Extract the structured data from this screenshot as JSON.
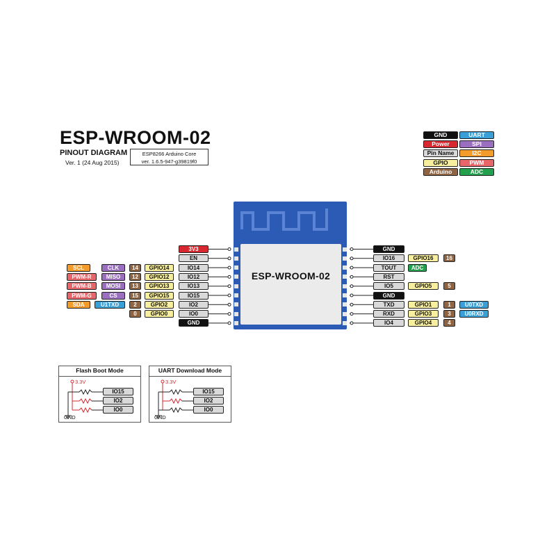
{
  "header": {
    "title": "ESP-WROOM-02",
    "subtitle": "PINOUT DIAGRAM",
    "version": "Ver. 1 (24 Aug 2015)",
    "core_line1": "ESP8266 Arduino Core",
    "core_line2": "ver. 1.6.5-947-g39819f0"
  },
  "legend": [
    {
      "label": "GND",
      "bg": "#111111",
      "fg": "#ffffff"
    },
    {
      "label": "UART",
      "bg": "#3a9fd6",
      "fg": "#ffffff"
    },
    {
      "label": "Power",
      "bg": "#d7282f",
      "fg": "#ffffff"
    },
    {
      "label": "SPI",
      "bg": "#9b6fc0",
      "fg": "#ffffff"
    },
    {
      "label": "Pin Name",
      "bg": "#d9d9d9",
      "fg": "#111111"
    },
    {
      "label": "I2C",
      "bg": "#f39c2b",
      "fg": "#ffffff"
    },
    {
      "label": "GPIO",
      "bg": "#f8ef9e",
      "fg": "#111111"
    },
    {
      "label": "PWM",
      "bg": "#e8656a",
      "fg": "#ffffff"
    },
    {
      "label": "Arduino",
      "bg": "#8e6443",
      "fg": "#ffffff"
    },
    {
      "label": "ADC",
      "bg": "#23a04d",
      "fg": "#ffffff"
    }
  ],
  "colors": {
    "chip_board": "#2b5bb4",
    "chip_shield": "#ebebeb",
    "power_wire": "#d7282f"
  },
  "chip": {
    "label": "ESP-WROOM-02"
  },
  "left_pins": [
    [
      {
        "t": "3V3",
        "c": "power"
      }
    ],
    [
      {
        "t": "EN",
        "c": "name"
      }
    ],
    [
      {
        "t": "IO14",
        "c": "name"
      },
      {
        "t": "GPIO14",
        "c": "gpio"
      },
      {
        "t": "14",
        "c": "arduino"
      },
      {
        "t": "CLK",
        "c": "spi"
      },
      {
        "t": "SCL",
        "c": "i2c"
      }
    ],
    [
      {
        "t": "IO12",
        "c": "name"
      },
      {
        "t": "GPIO12",
        "c": "gpio"
      },
      {
        "t": "12",
        "c": "arduino"
      },
      {
        "t": "MISO",
        "c": "spi"
      },
      {
        "t": "PWM-R",
        "c": "pwm"
      }
    ],
    [
      {
        "t": "IO13",
        "c": "name"
      },
      {
        "t": "GPIO13",
        "c": "gpio"
      },
      {
        "t": "13",
        "c": "arduino"
      },
      {
        "t": "MOSI",
        "c": "spi"
      },
      {
        "t": "PWM-B",
        "c": "pwm"
      }
    ],
    [
      {
        "t": "IO15",
        "c": "name"
      },
      {
        "t": "GPIO15",
        "c": "gpio"
      },
      {
        "t": "15",
        "c": "arduino"
      },
      {
        "t": "CS",
        "c": "spi"
      },
      {
        "t": "PWM-G",
        "c": "pwm"
      }
    ],
    [
      {
        "t": "IO2",
        "c": "name"
      },
      {
        "t": "GPIO2",
        "c": "gpio"
      },
      {
        "t": "2",
        "c": "arduino"
      },
      {
        "t": "U1TXD",
        "c": "uart"
      },
      {
        "t": "SDA",
        "c": "i2c"
      }
    ],
    [
      {
        "t": "IO0",
        "c": "name"
      },
      {
        "t": "GPIO0",
        "c": "gpio"
      },
      {
        "t": "0",
        "c": "arduino"
      }
    ],
    [
      {
        "t": "GND",
        "c": "gnd"
      }
    ]
  ],
  "right_pins": [
    [
      {
        "t": "GND",
        "c": "gnd"
      }
    ],
    [
      {
        "t": "IO16",
        "c": "name"
      },
      {
        "t": "GPIO16",
        "c": "gpio"
      },
      {
        "t": "16",
        "c": "arduino"
      }
    ],
    [
      {
        "t": "TOUT",
        "c": "name"
      },
      {
        "t": "ADC",
        "c": "adc"
      }
    ],
    [
      {
        "t": "RST",
        "c": "name"
      }
    ],
    [
      {
        "t": "IO5",
        "c": "name"
      },
      {
        "t": "GPIO5",
        "c": "gpio"
      },
      {
        "t": "5",
        "c": "arduino"
      }
    ],
    [
      {
        "t": "GND",
        "c": "gnd"
      }
    ],
    [
      {
        "t": "TXD",
        "c": "name"
      },
      {
        "t": "GPIO1",
        "c": "gpio"
      },
      {
        "t": "1",
        "c": "arduino"
      },
      {
        "t": "U0TXD",
        "c": "uart"
      }
    ],
    [
      {
        "t": "RXD",
        "c": "name"
      },
      {
        "t": "GPIO3",
        "c": "gpio"
      },
      {
        "t": "3",
        "c": "arduino"
      },
      {
        "t": "U0RXD",
        "c": "uart"
      }
    ],
    [
      {
        "t": "IO4",
        "c": "name"
      },
      {
        "t": "GPIO4",
        "c": "gpio"
      },
      {
        "t": "4",
        "c": "arduino"
      }
    ]
  ],
  "boot_modes": [
    {
      "title": "Flash Boot Mode",
      "vcc": "3.3V",
      "gnd": "GND",
      "pins": [
        "IO15",
        "IO2",
        "IO0"
      ],
      "pullup": [
        "IO2",
        "IO0"
      ],
      "pulldown": [
        "IO15"
      ]
    },
    {
      "title": "UART Download Mode",
      "vcc": "3.3V",
      "gnd": "GND",
      "pins": [
        "IO15",
        "IO2",
        "IO0"
      ],
      "pullup": [
        "IO2"
      ],
      "pulldown": [
        "IO15",
        "IO0"
      ]
    }
  ]
}
